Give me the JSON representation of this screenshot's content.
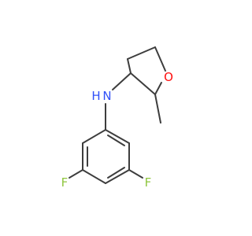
{
  "colors": {
    "bond": "#3d3d3d",
    "nitrogen": "#3050f8",
    "oxygen": "#ff0d0d",
    "fluorine": "#8fc63f",
    "background": "#ffffff"
  },
  "atoms": {
    "nitrogen": {
      "label": "N"
    },
    "hydrogen": {
      "label": "H"
    },
    "oxygen": {
      "label": "O"
    },
    "fluorine_left": {
      "label": "F"
    },
    "fluorine_right": {
      "label": "F"
    }
  }
}
